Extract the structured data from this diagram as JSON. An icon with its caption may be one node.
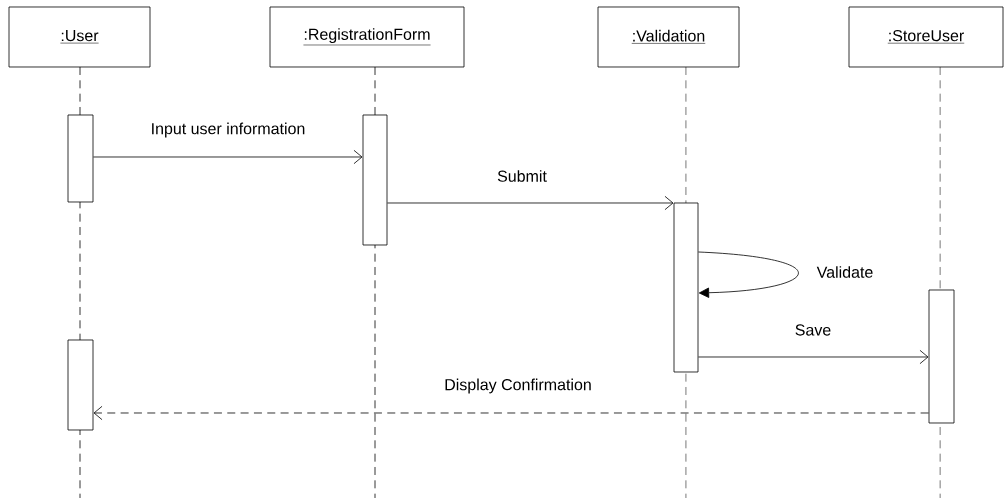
{
  "diagram": {
    "nodes": [
      {
        "text": [
          ":User"
        ]
      },
      {
        "text": [
          ":RegistrationForm"
        ]
      },
      {
        "text": [
          ":Validation"
        ]
      },
      {
        "text": [
          ":StoreUser"
        ]
      },
      {
        "text": [],
        "shape": "bar"
      },
      {
        "text": [],
        "shape": "bar"
      },
      {
        "text": [],
        "shape": "bar"
      },
      {
        "text": [],
        "shape": "bar"
      },
      {
        "text": [],
        "shape": "bar"
      }
    ],
    "edges": [
      {
        "from": 4,
        "to": 5,
        "arrow": "to",
        "label": "Input user information"
      },
      {
        "from": 5,
        "to": 6,
        "arrow": "to",
        "label": "Submit"
      },
      {
        "from": 6,
        "to": 6,
        "arrow": "to",
        "label": "Validate"
      },
      {
        "from": 6,
        "to": 7,
        "arrow": "to",
        "label": "Save"
      },
      {
        "from": 7,
        "to": 8,
        "arrow": "to",
        "label": "Display Confirmation",
        "style": "dashed"
      }
    ]
  }
}
